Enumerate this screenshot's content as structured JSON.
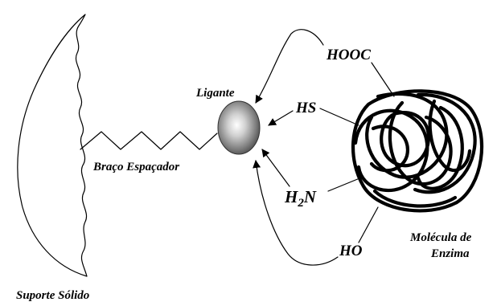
{
  "labels": {
    "support": "Suporte Sólido",
    "spacer_arm": "Braço Espaçador",
    "ligand": "Ligante",
    "enzyme_line1": "Molécula de",
    "enzyme_line2": "Enzima"
  },
  "functional_groups": {
    "carboxyl": "HOOC",
    "thiol": "HS",
    "amine_main": "H",
    "amine_sub": "2",
    "amine_tail": "N",
    "hydroxyl": "HO"
  }
}
